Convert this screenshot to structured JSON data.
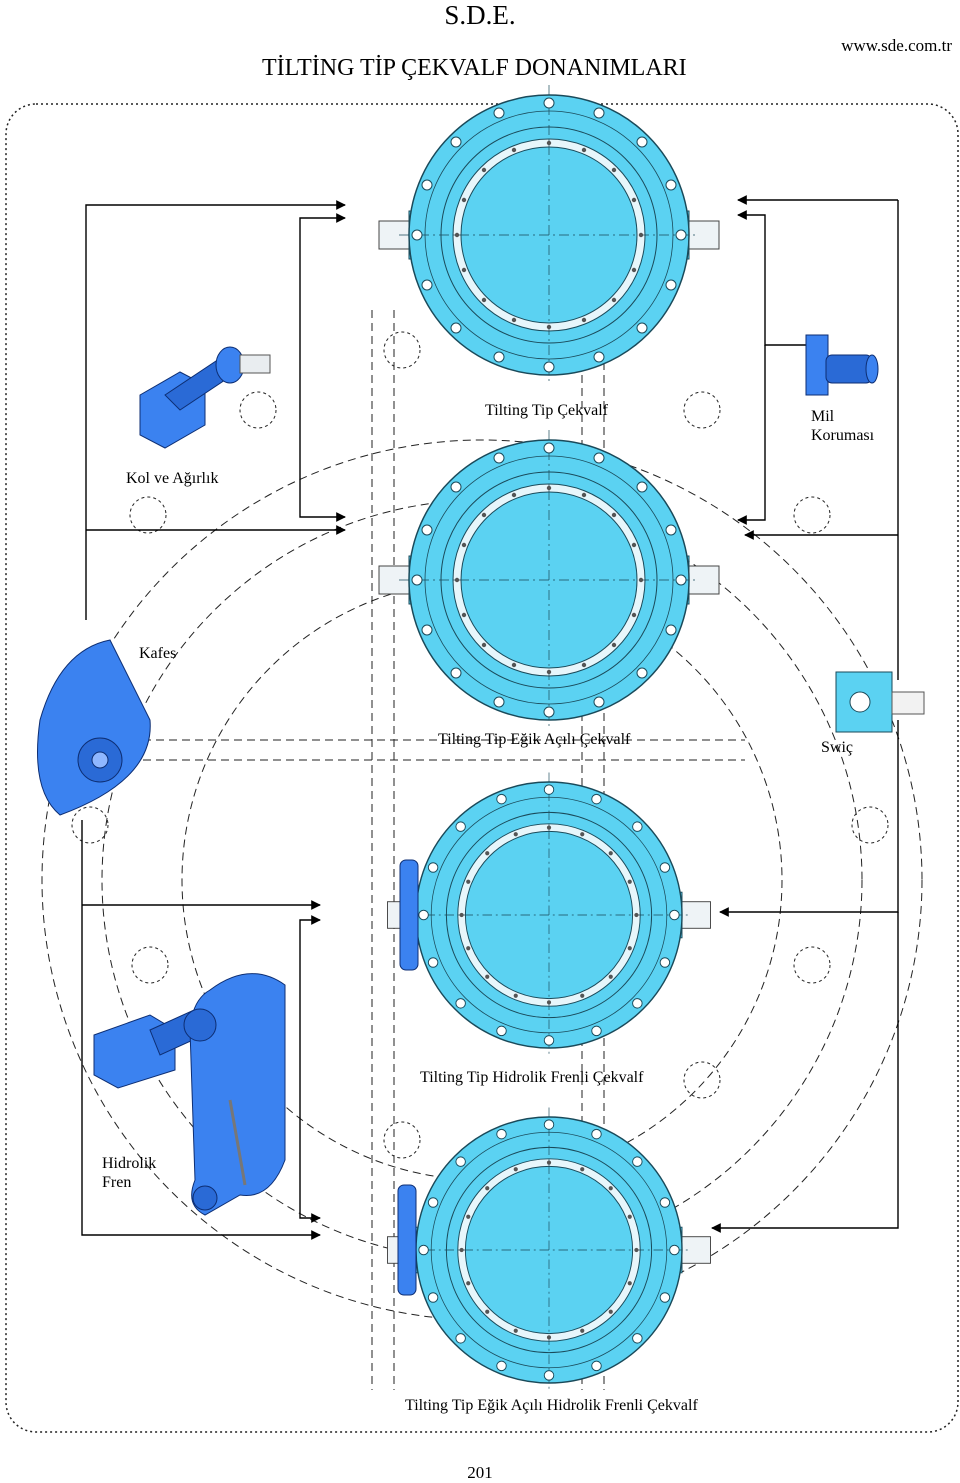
{
  "header": {
    "company": "S.D.E.",
    "title": "TİLTİNG TİP ÇEKVALF DONANIMLARI",
    "website": "www.sde.com.tr"
  },
  "valves": [
    {
      "id": "tilting",
      "label": "Tilting Tip  Çekvalf"
    },
    {
      "id": "tilting-egik",
      "label": "Tilting Tip Eğik Açılı Çekvalf"
    },
    {
      "id": "tilting-hidrolik",
      "label": "Tilting Tip  Hidrolik Frenli Çekvalf"
    },
    {
      "id": "tilting-egik-hidrolik",
      "label": "Tilting Tip Eğik Açılı Hidrolik Frenli Çekvalf"
    }
  ],
  "accessories": {
    "kol": "Kol ve Ağırlık",
    "mil_line1": "Mil",
    "mil_line2": "Koruması",
    "kafes": "Kafes",
    "swic": "Swiç",
    "fren_line1": "Hidrolik",
    "fren_line2": "Fren"
  },
  "colors": {
    "valve_body": "#5bd2f2",
    "valve_part": "#3b82f0",
    "line": "#000000"
  },
  "page_number": "201"
}
